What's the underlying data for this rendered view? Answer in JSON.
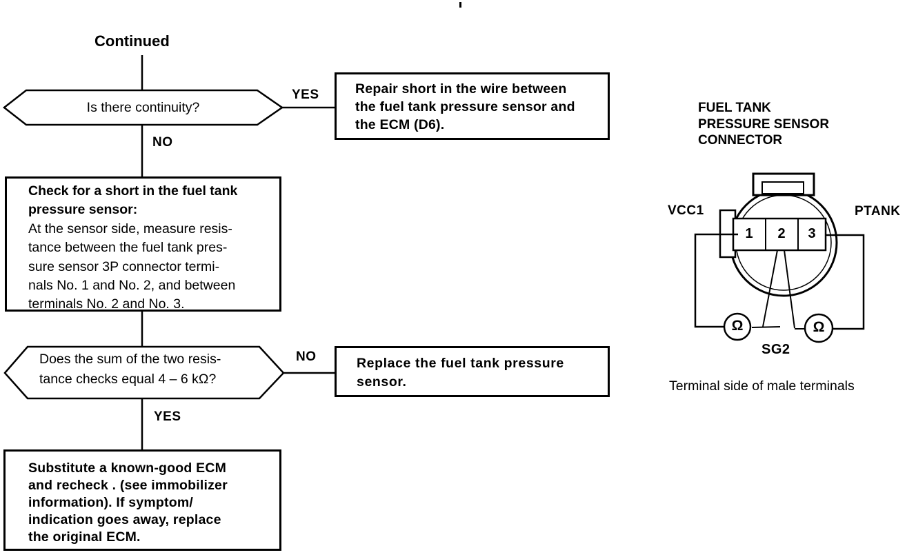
{
  "colors": {
    "ink": "#000000",
    "paper": "#ffffff"
  },
  "flowchart": {
    "continued_label": "Continued",
    "decision1": {
      "question": "Is there continuity?",
      "yes_label": "YES",
      "no_label": "NO"
    },
    "repair_box": {
      "lines": [
        "Repair short in the wire between",
        "the fuel tank pressure sensor and",
        "the ECM (D6)."
      ]
    },
    "check_box": {
      "bold_lines": [
        "Check for a short in the fuel tank",
        "pressure sensor:"
      ],
      "lines": [
        "At the sensor side, measure resis-",
        "tance between the fuel tank pres-",
        "sure sensor 3P connector termi-",
        "nals No. 1 and No. 2, and between",
        "terminals No. 2 and No. 3."
      ]
    },
    "decision2": {
      "question_lines": [
        "Does the sum of the two resis-",
        "tance checks equal 4 – 6 kΩ?"
      ],
      "no_label": "NO",
      "yes_label": "YES"
    },
    "replace_box": {
      "lines": [
        "Replace the fuel tank pressure",
        "sensor."
      ]
    },
    "final_box": {
      "lines": [
        "Substitute a known-good ECM",
        "and recheck . (see immobilizer",
        "information). If symptom/",
        "indication goes away, replace",
        "the original ECM."
      ]
    }
  },
  "connector_diagram": {
    "title_lines": [
      "FUEL TANK",
      "PRESSURE SENSOR",
      "CONNECTOR"
    ],
    "pin_left_label": "VCC1",
    "pin_right_label": "PTANK",
    "terminals": [
      "1",
      "2",
      "3"
    ],
    "meter_symbol": "Ω",
    "ground_label": "SG2",
    "caption": "Terminal side of male terminals"
  }
}
